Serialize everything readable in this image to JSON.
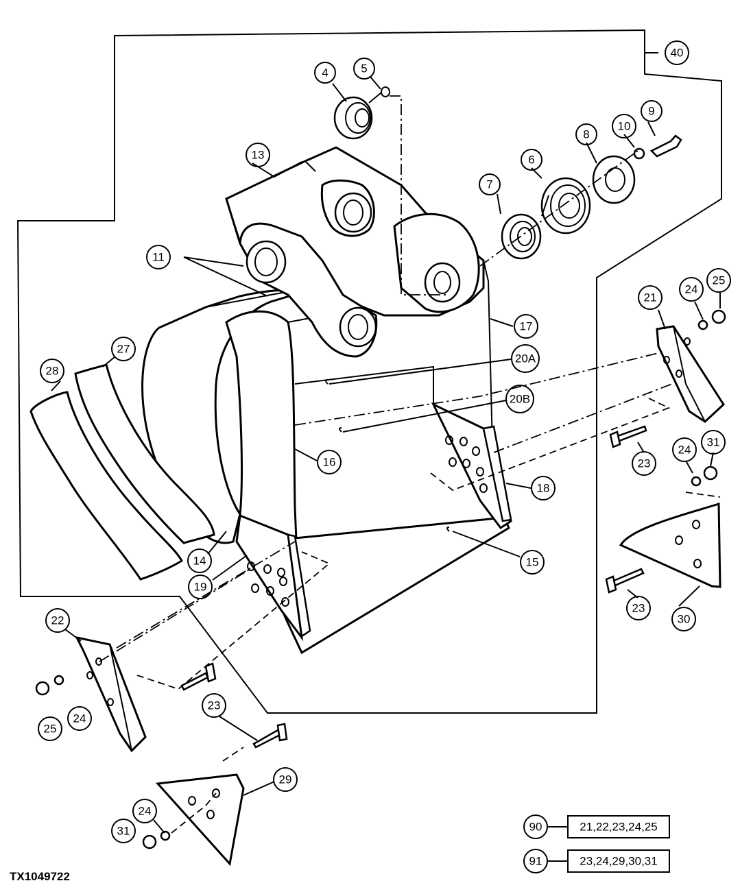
{
  "callouts": {
    "c4": "4",
    "c5": "5",
    "c40": "40",
    "c9": "9",
    "c10": "10",
    "c8": "8",
    "c13": "13",
    "c6": "6",
    "c7": "7",
    "c11": "11",
    "c21": "21",
    "c24a": "24",
    "c25a": "25",
    "c17": "17",
    "c20a": "20A",
    "c20b": "20B",
    "c28": "28",
    "c27": "27",
    "c16": "16",
    "c23a": "23",
    "c24b": "24",
    "c31a": "31",
    "c18": "18",
    "c14": "14",
    "c15": "15",
    "c19": "19",
    "c23b": "23",
    "c30": "30",
    "c22": "22",
    "c23c": "23",
    "c24c": "24",
    "c25b": "25",
    "c29": "29",
    "c24d": "24",
    "c31b": "31",
    "c90": "90",
    "c91": "91"
  },
  "groups": {
    "g90_parts": "21,22,23,24,25",
    "g91_parts": "23,24,29,30,31"
  },
  "figure_id": "TX1049722"
}
